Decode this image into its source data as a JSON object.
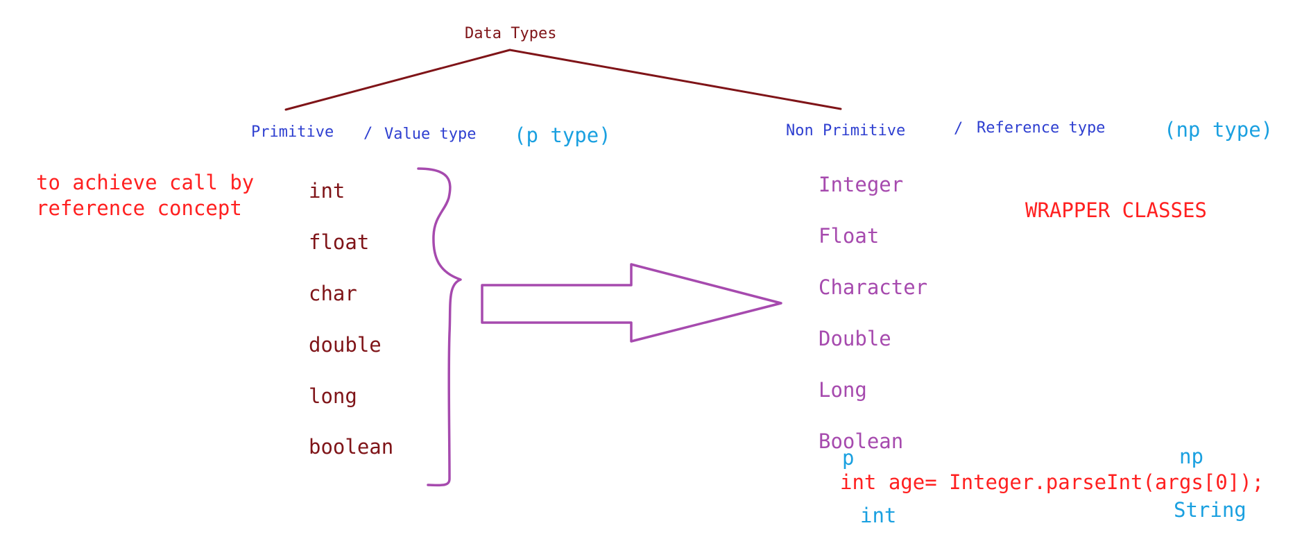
{
  "colors": {
    "heading": "#7f1418",
    "category": "#2e3fd0",
    "tag": "#1aa0e0",
    "primitive": "#7f1418",
    "wrapper": "#a64aae",
    "note": "#ff2020",
    "bracket": "#a64aae",
    "tree": "#7f1418"
  },
  "title": "Data Types",
  "left": {
    "category": "Primitive",
    "slash": "/",
    "category_sub": "Value type",
    "tag": "(p type)",
    "types": [
      "int",
      "float",
      "char",
      "double",
      "long",
      "boolean"
    ]
  },
  "right": {
    "category": "Non Primitive",
    "slash": "/",
    "category_sub": "Reference type",
    "tag": "(np type)",
    "types": [
      "Integer",
      "Float",
      "Character",
      "Double",
      "Long",
      "Boolean"
    ]
  },
  "note": {
    "line1": "to achieve call by",
    "line2": "reference concept"
  },
  "wrapper_label": "WRAPPER CLASSES",
  "example": {
    "code": "int age= Integer.parseInt(args[0]);",
    "p_label": "p",
    "np_label": "np",
    "int_label": "int",
    "string_label": "String"
  }
}
